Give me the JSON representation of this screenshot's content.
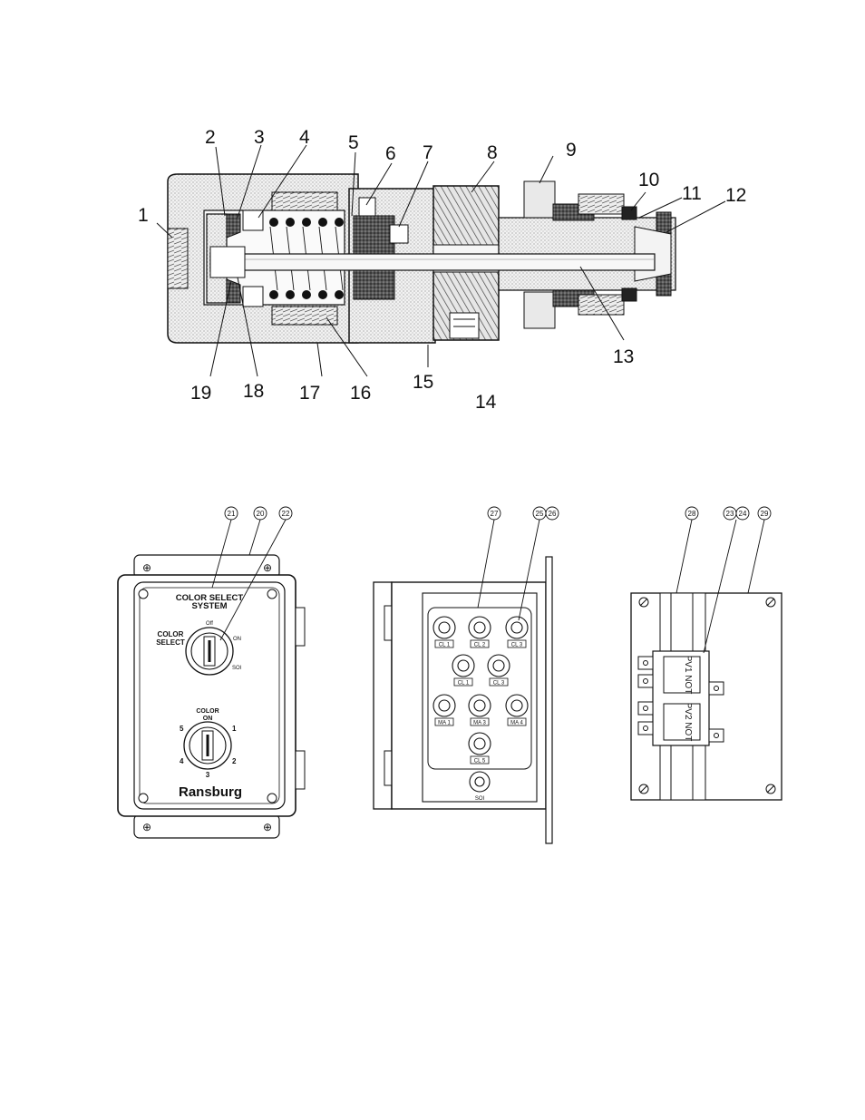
{
  "callouts_top": [
    {
      "id": "1",
      "text": "1"
    },
    {
      "id": "2",
      "text": "2"
    },
    {
      "id": "3",
      "text": "3"
    },
    {
      "id": "4",
      "text": "4"
    },
    {
      "id": "5",
      "text": "5"
    },
    {
      "id": "6",
      "text": "6"
    },
    {
      "id": "7",
      "text": "7"
    },
    {
      "id": "8",
      "text": "8"
    },
    {
      "id": "9",
      "text": "9"
    },
    {
      "id": "10",
      "text": "10"
    },
    {
      "id": "11",
      "text": "11"
    },
    {
      "id": "12",
      "text": "12"
    },
    {
      "id": "13",
      "text": "13"
    },
    {
      "id": "14",
      "text": "14"
    },
    {
      "id": "15",
      "text": "15"
    },
    {
      "id": "16",
      "text": "16"
    },
    {
      "id": "17",
      "text": "17"
    },
    {
      "id": "18",
      "text": "18"
    },
    {
      "id": "19",
      "text": "19"
    }
  ],
  "callouts_bottom": [
    {
      "id": "21",
      "text": "21"
    },
    {
      "id": "20",
      "text": "20"
    },
    {
      "id": "22",
      "text": "22"
    },
    {
      "id": "27",
      "text": "27"
    },
    {
      "id": "25",
      "text": "25"
    },
    {
      "id": "26",
      "text": "26"
    },
    {
      "id": "28",
      "text": "28"
    },
    {
      "id": "23",
      "text": "23"
    },
    {
      "id": "24",
      "text": "24"
    },
    {
      "id": "29",
      "text": "29"
    }
  ],
  "front_panel": {
    "title_line1": "COLOR SELECT",
    "title_line2": "SYSTEM",
    "select_label_line1": "COLOR",
    "select_label_line2": "SELECT",
    "pos_off": "Off",
    "pos_on": "ON",
    "pos_sol": "SOl",
    "color_on_line1": "COLOR",
    "color_on_line2": "ON",
    "dial_1": "1",
    "dial_2": "2",
    "dial_3": "3",
    "dial_4": "4",
    "dial_5": "5",
    "brand": "Ransburg"
  },
  "side_panel": {
    "fitting_tags": [
      "CL 1",
      "CL 2",
      "CL 3",
      "CL 1",
      "CL 3",
      "MA 1",
      "MA 3",
      "MA 4",
      "CL 5"
    ],
    "bottom_label": "SOI"
  },
  "valve_panel": {
    "valve1": "PV1 NOT",
    "valve2": "PV2 NOT"
  }
}
